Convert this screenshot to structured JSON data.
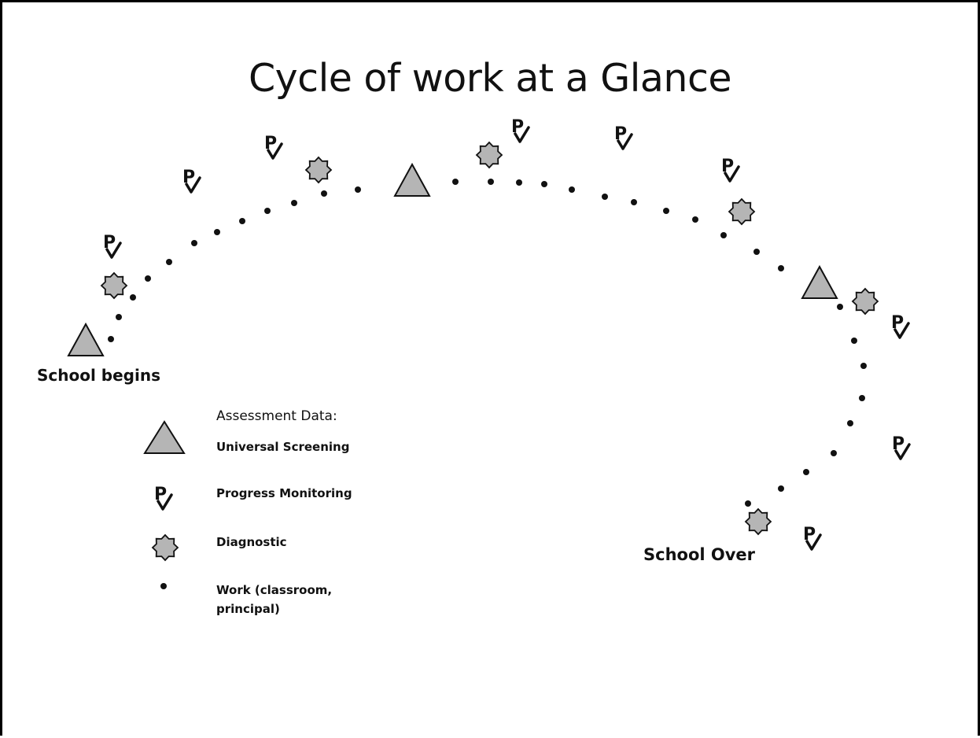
{
  "title": "Cycle of work at a Glance",
  "start_label": "School begins",
  "end_label": "School Over",
  "legend": {
    "heading": "Assessment Data:",
    "universal_screening": "Universal Screening",
    "progress_monitoring": "Progress Monitoring",
    "diagnostic": "Diagnostic",
    "work": "Work (classroom, principal)"
  },
  "progress_monitoring_mark": "P",
  "colors": {
    "shape_fill": "#b5b5b5",
    "outline": "#111111",
    "dot": "#111111"
  },
  "icons": {
    "universal_screening": "triangle-icon",
    "progress_monitoring": "p-check-icon",
    "diagnostic": "star-icon",
    "work": "dot-icon"
  }
}
